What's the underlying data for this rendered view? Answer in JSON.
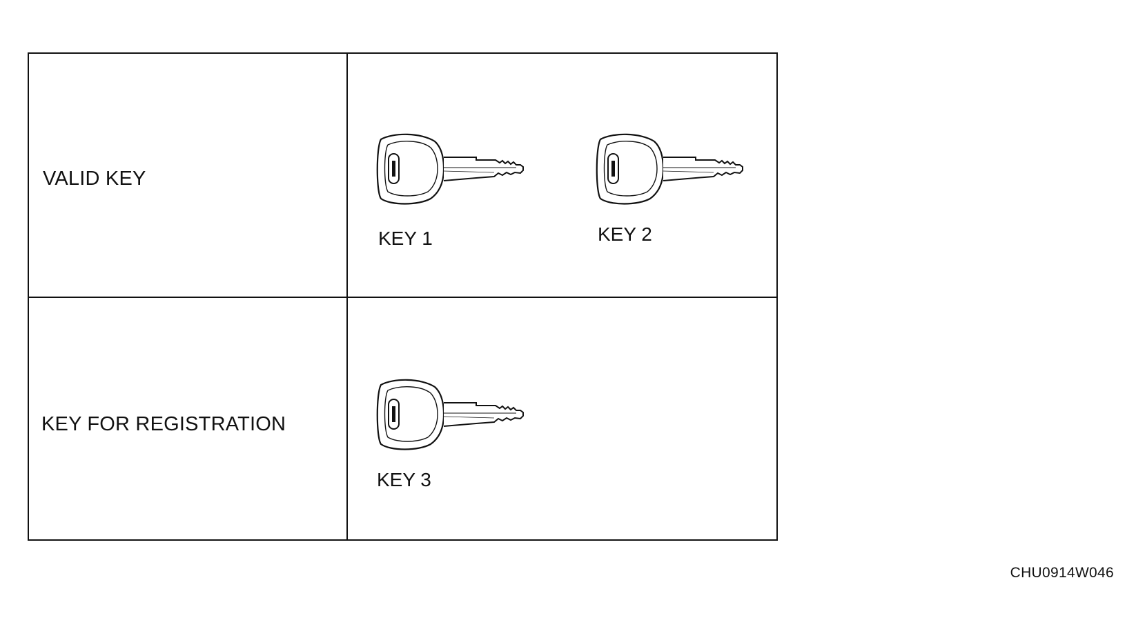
{
  "table": {
    "rows": [
      {
        "label": "VALID KEY",
        "keys": [
          "KEY 1",
          "KEY 2"
        ]
      },
      {
        "label": "KEY FOR REGISTRATION",
        "keys": [
          "KEY 3"
        ]
      }
    ]
  },
  "icons": {
    "key_icon": "key-icon"
  },
  "figure_code": "CHU0914W046"
}
